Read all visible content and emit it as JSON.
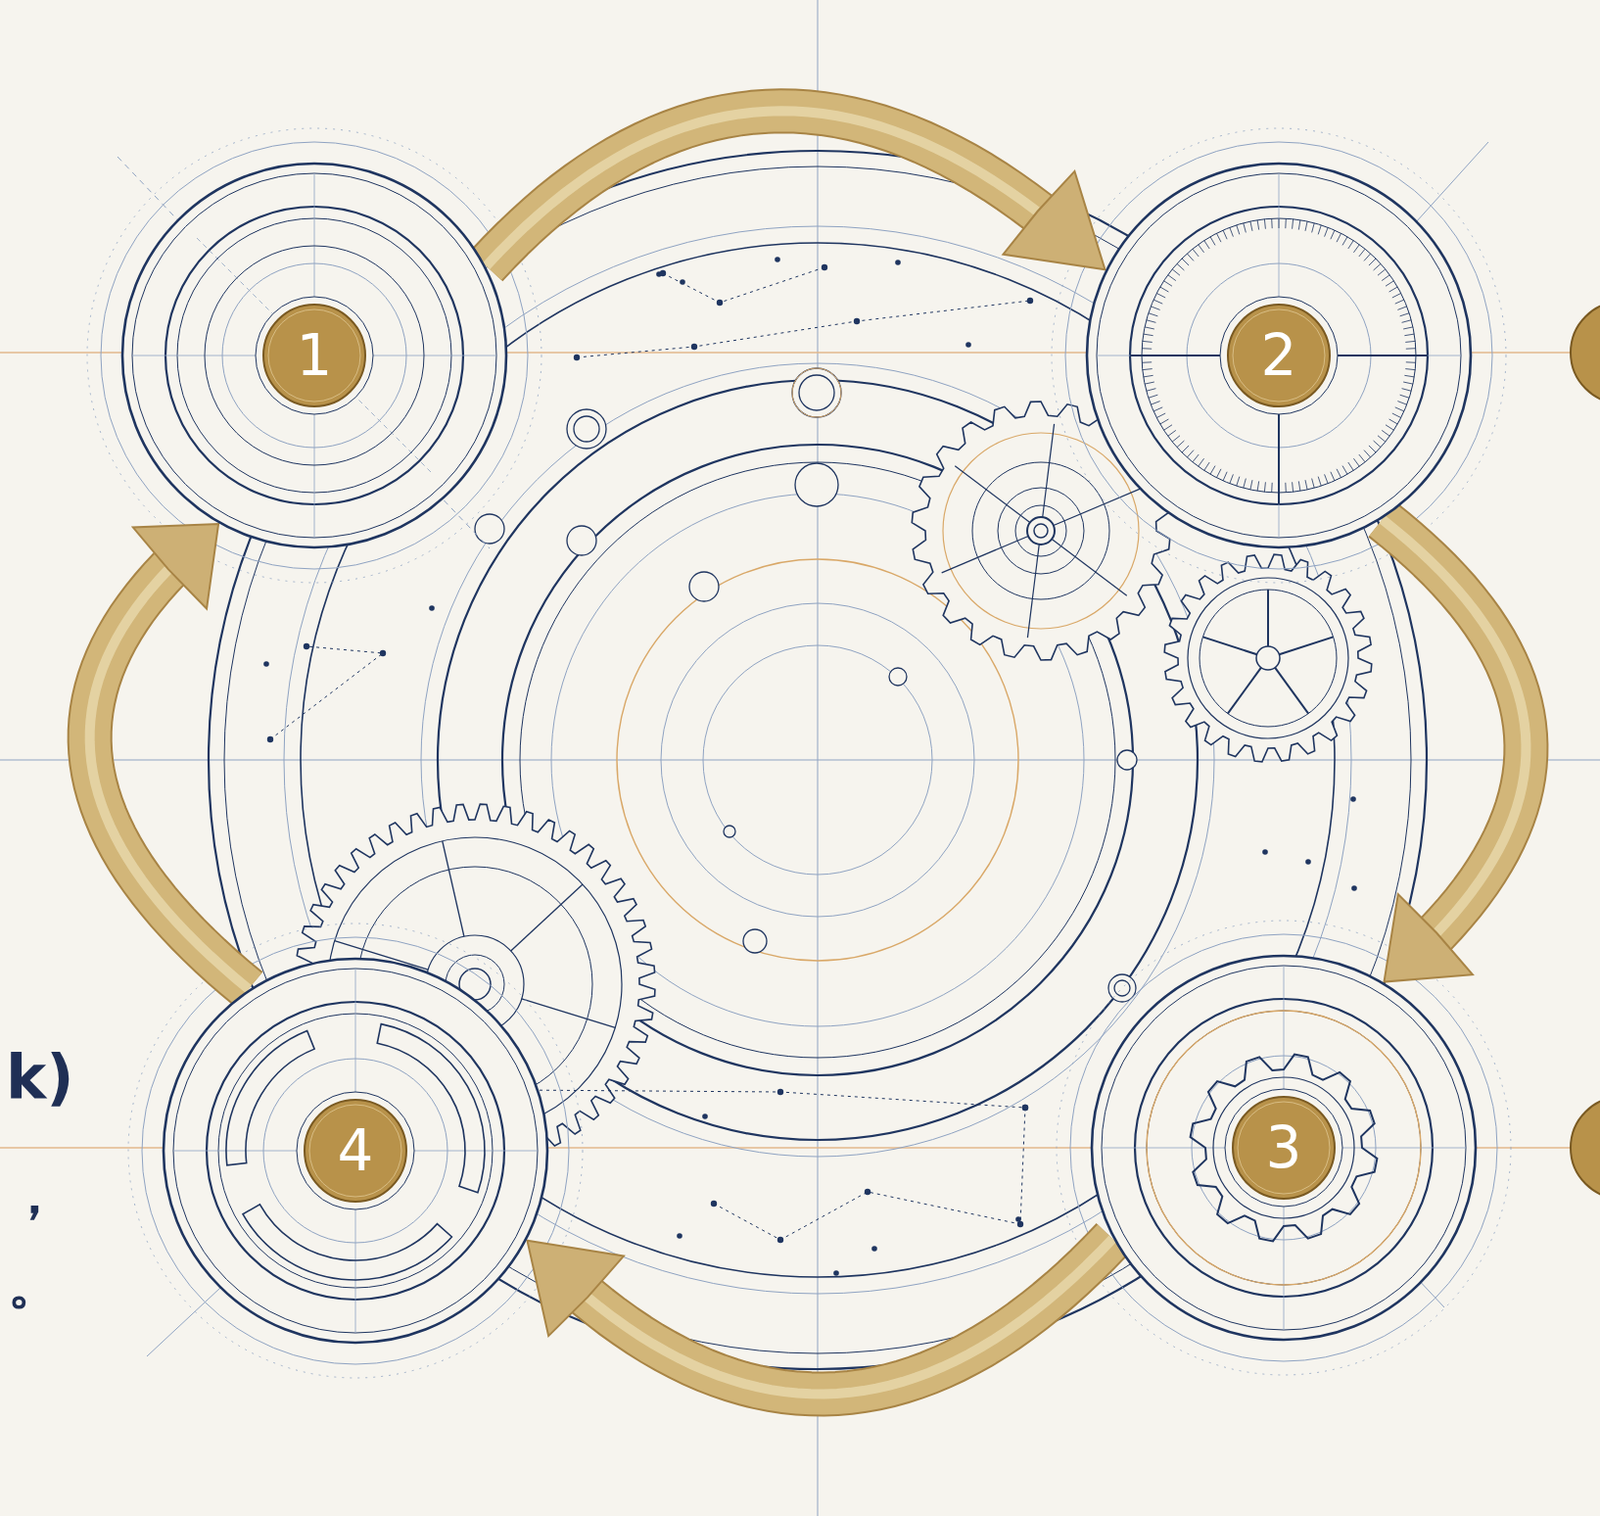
{
  "diagram": {
    "nodes": [
      {
        "text": [
          "1"
        ]
      },
      {
        "text": [
          "2"
        ]
      },
      {
        "text": [
          "3"
        ]
      },
      {
        "text": [
          "4"
        ]
      }
    ],
    "edges": [
      {
        "from": 0,
        "to": 1,
        "arrow": "to"
      },
      {
        "from": 1,
        "to": 2,
        "arrow": "to"
      },
      {
        "from": 2,
        "to": 3,
        "arrow": "to"
      },
      {
        "from": 3,
        "to": 0,
        "arrow": "to"
      }
    ],
    "labels": [
      "k)",
      "，",
      "。"
    ]
  }
}
